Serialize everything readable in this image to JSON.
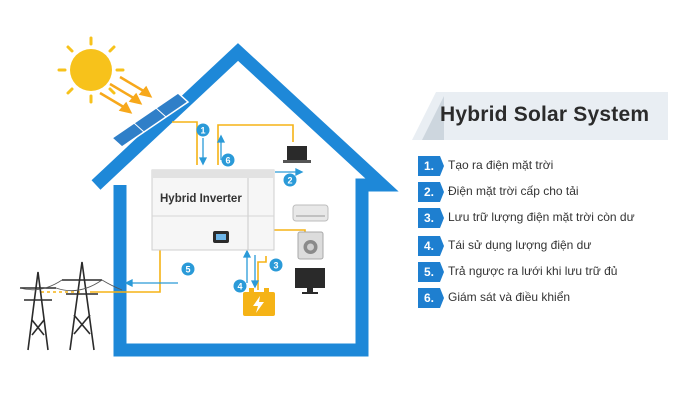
{
  "title": "Hybrid Solar System",
  "inverter_label": "Hybrid Inverter",
  "colors": {
    "house": "#1e88d8",
    "wire": "#f5b316",
    "arrow": "#2a9ad8",
    "badge": "#1e7fd0",
    "sun": "#f7c21b"
  },
  "steps": [
    {
      "number": "1.",
      "label": "Tạo ra điện mặt trời"
    },
    {
      "number": "2.",
      "label": "Điện mặt trời cấp cho tải"
    },
    {
      "number": "3.",
      "label": "Lưu trữ lượng điện mặt trời còn dư"
    },
    {
      "number": "4.",
      "label": "Tái sử dụng lượng điện dư"
    },
    {
      "number": "5.",
      "label": "Trả ngược ra lưới khi lưu trữ đủ"
    },
    {
      "number": "6.",
      "label": "Giám sát và điều khiển"
    }
  ],
  "flow_markers": [
    "1",
    "2",
    "3",
    "4",
    "5",
    "6"
  ],
  "icons": [
    "sun-icon",
    "solar-panel-icon",
    "laptop-icon",
    "air-conditioner-icon",
    "washing-machine-icon",
    "tv-icon",
    "battery-icon",
    "power-tower-icon"
  ]
}
